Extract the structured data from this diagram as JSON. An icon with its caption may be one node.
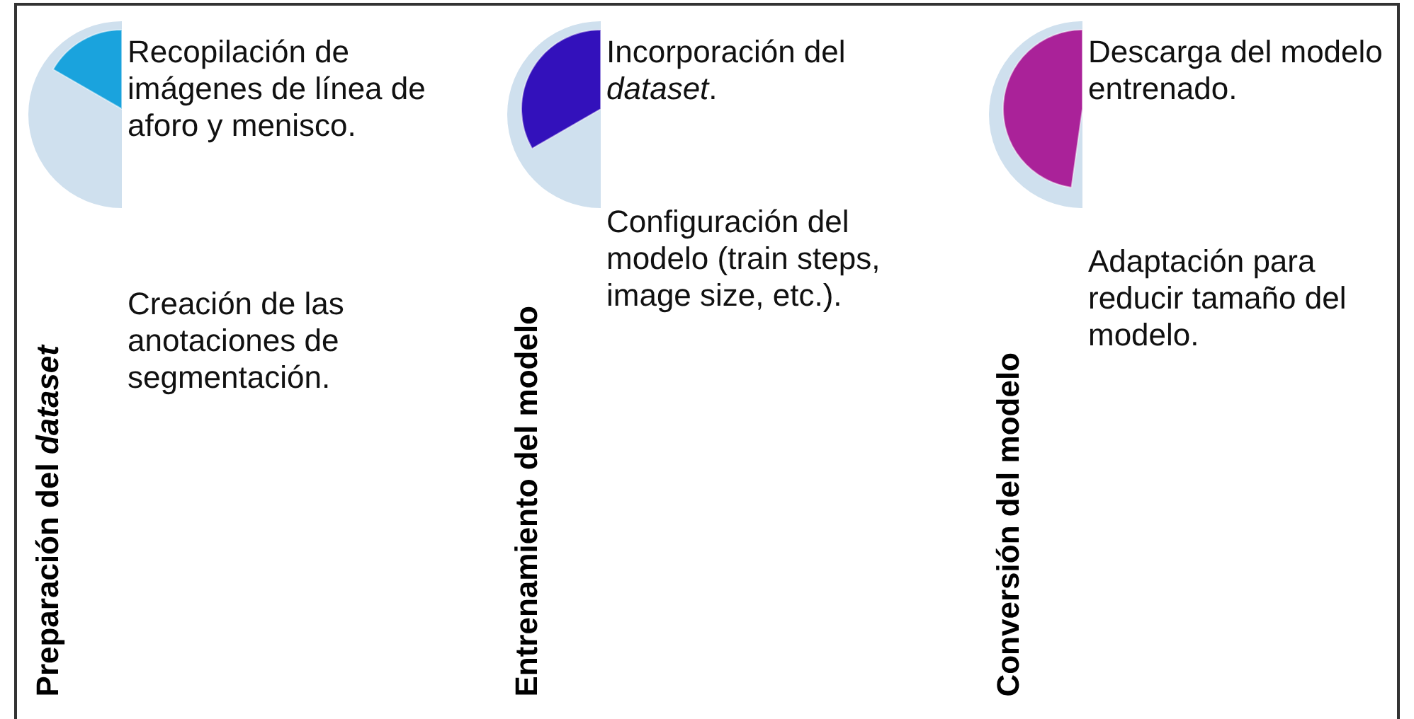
{
  "diagram": {
    "nodes": [
      {
        "text": [
          "Preparación del *dataset*",
          "Recopilación de imágenes de línea de aforo y menisco.",
          "Creación de las anotaciones de segmentación."
        ]
      },
      {
        "text": [
          "Entrenamiento del modelo",
          "Incorporación del *dataset*.",
          "Configuración del modelo (train steps, image size, etc.)."
        ]
      },
      {
        "text": [
          "Conversión del modelo",
          "Descarga del modelo entrenado.",
          "Adaptación para reducir tamaño del modelo."
        ]
      }
    ]
  }
}
